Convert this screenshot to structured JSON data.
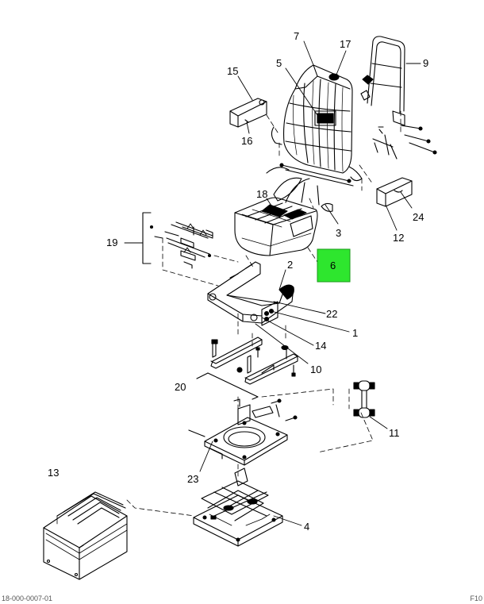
{
  "diagram": {
    "callouts": [
      "1",
      "2",
      "3",
      "4",
      "5",
      "7",
      "9",
      "10",
      "11",
      "12",
      "13",
      "14",
      "15",
      "16",
      "17",
      "18",
      "19",
      "20",
      "22",
      "23",
      "24"
    ],
    "highlighted_callout": "6",
    "highlight_color": "#2ee62e",
    "footer_left": "18-000-0007-01",
    "footer_right": "F10"
  }
}
